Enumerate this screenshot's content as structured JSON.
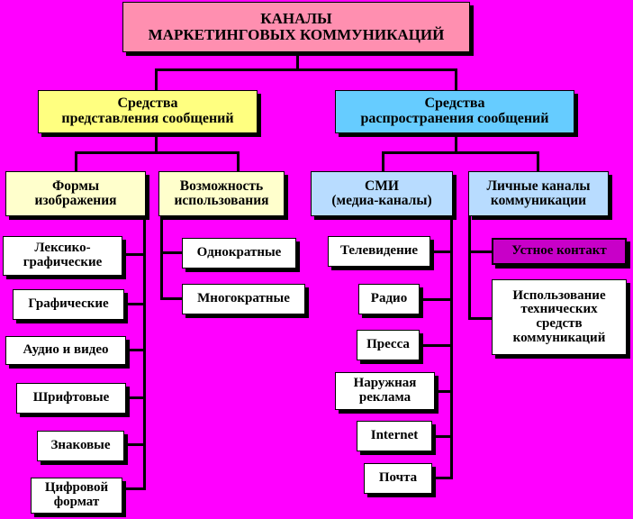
{
  "colors": {
    "background": "#ff00ff",
    "root": "#ff8fb0",
    "branch_left": "#ffff80",
    "branch_right": "#66ccff",
    "group_left": "#ffffcc",
    "group_right": "#b8dcff",
    "leaf": "#ffffff",
    "highlight": "#c800c8"
  },
  "root": {
    "label": "КАНАЛЫ\nМАРКЕТИНГОВЫХ  КОММУНИКАЦИЙ"
  },
  "branches": {
    "presentation": {
      "label": "Средства\nпредставления сообщений",
      "groups": {
        "forms": {
          "label": "Формы\nизображения",
          "items": [
            "Лексико-\nграфические",
            "Графические",
            "Аудио и видео",
            "Шрифтовые",
            "Знаковые",
            "Цифровой\nформат"
          ]
        },
        "usage": {
          "label": "Возможность\nиспользования",
          "items": [
            "Однократные",
            "Многократные"
          ]
        }
      }
    },
    "distribution": {
      "label": "Средства\nраспространения сообщений",
      "groups": {
        "media": {
          "label": "СМИ\n(медиа-каналы)",
          "items": [
            "Телевидение",
            "Радио",
            "Пресса",
            "Наружная\nреклама",
            "Internet",
            "Почта"
          ]
        },
        "personal": {
          "label": "Личные каналы\nкоммуникации",
          "items": [
            "Устное контакт",
            "Использование\nтехнических\nсредств\nкоммуникаций"
          ]
        }
      }
    }
  }
}
